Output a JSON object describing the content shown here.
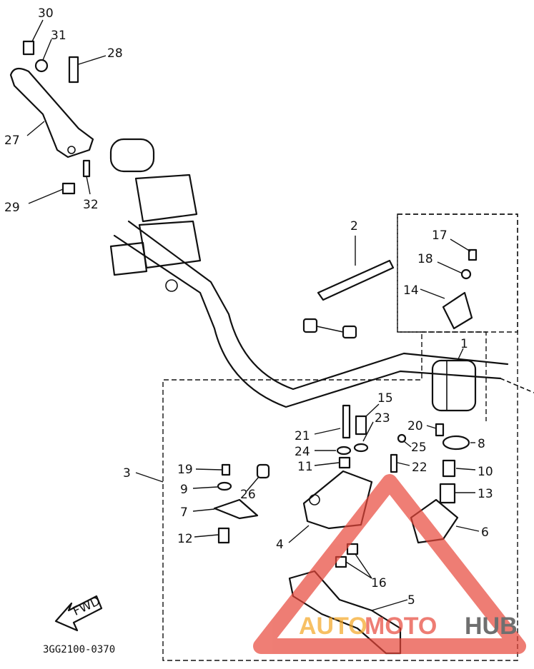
{
  "part_labels": [
    {
      "id": "30",
      "text": "30"
    },
    {
      "id": "31",
      "text": "31"
    },
    {
      "id": "28",
      "text": "28"
    },
    {
      "id": "27",
      "text": "27"
    },
    {
      "id": "29",
      "text": "29"
    },
    {
      "id": "32",
      "text": "32"
    },
    {
      "id": "2",
      "text": "2"
    },
    {
      "id": "17",
      "text": "17"
    },
    {
      "id": "18",
      "text": "18"
    },
    {
      "id": "14",
      "text": "14"
    },
    {
      "id": "1",
      "text": "1"
    },
    {
      "id": "15",
      "text": "15"
    },
    {
      "id": "23",
      "text": "23"
    },
    {
      "id": "21",
      "text": "21"
    },
    {
      "id": "24",
      "text": "24"
    },
    {
      "id": "11",
      "text": "11"
    },
    {
      "id": "20",
      "text": "20"
    },
    {
      "id": "8",
      "text": "8"
    },
    {
      "id": "25",
      "text": "25"
    },
    {
      "id": "22",
      "text": "22"
    },
    {
      "id": "10",
      "text": "10"
    },
    {
      "id": "3",
      "text": "3"
    },
    {
      "id": "19",
      "text": "19"
    },
    {
      "id": "9",
      "text": "9"
    },
    {
      "id": "26",
      "text": "26"
    },
    {
      "id": "13",
      "text": "13"
    },
    {
      "id": "7",
      "text": "7"
    },
    {
      "id": "6",
      "text": "6"
    },
    {
      "id": "4",
      "text": "4"
    },
    {
      "id": "12",
      "text": "12"
    },
    {
      "id": "16",
      "text": "16"
    },
    {
      "id": "5",
      "text": "5"
    }
  ],
  "fwd_label": "FWD",
  "drawing_code": "3GG2100-0370",
  "watermark": {
    "part1": "AUTO",
    "part2": "MOTO",
    "part3": "HUB"
  },
  "colors": {
    "line": "#111111",
    "watermark_orange": "#f5a623",
    "watermark_red": "#e8473a",
    "watermark_dark": "#333333"
  }
}
